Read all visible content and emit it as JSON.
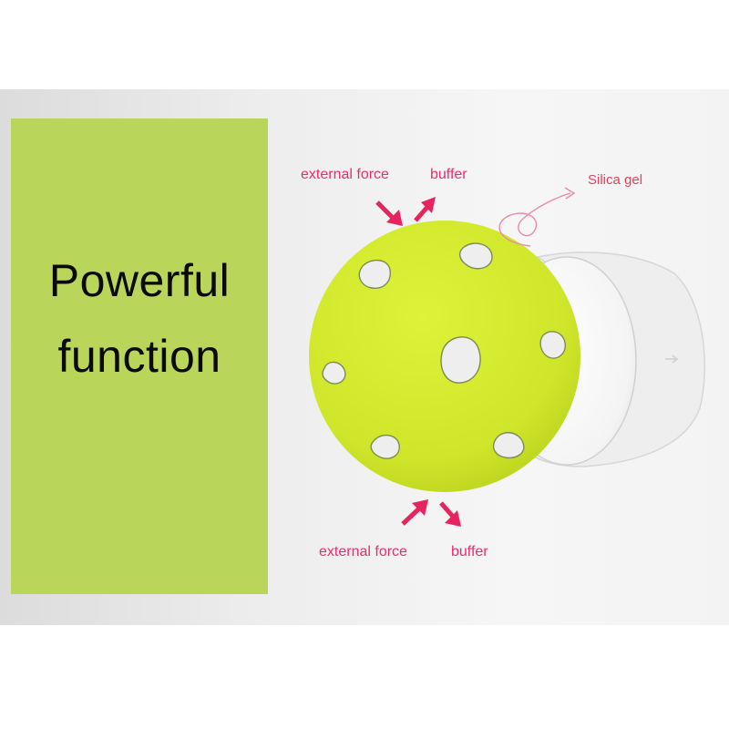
{
  "headline": {
    "line1": "Powerful",
    "line2": "function"
  },
  "labels": {
    "top_force": "external force",
    "top_buffer": "buffer",
    "silica": "Silica gel",
    "bottom_force": "external force",
    "bottom_buffer": "buffer"
  },
  "colors": {
    "panel": "#b9d65a",
    "ball": "#cdea2a",
    "label": "#ee2a72"
  }
}
